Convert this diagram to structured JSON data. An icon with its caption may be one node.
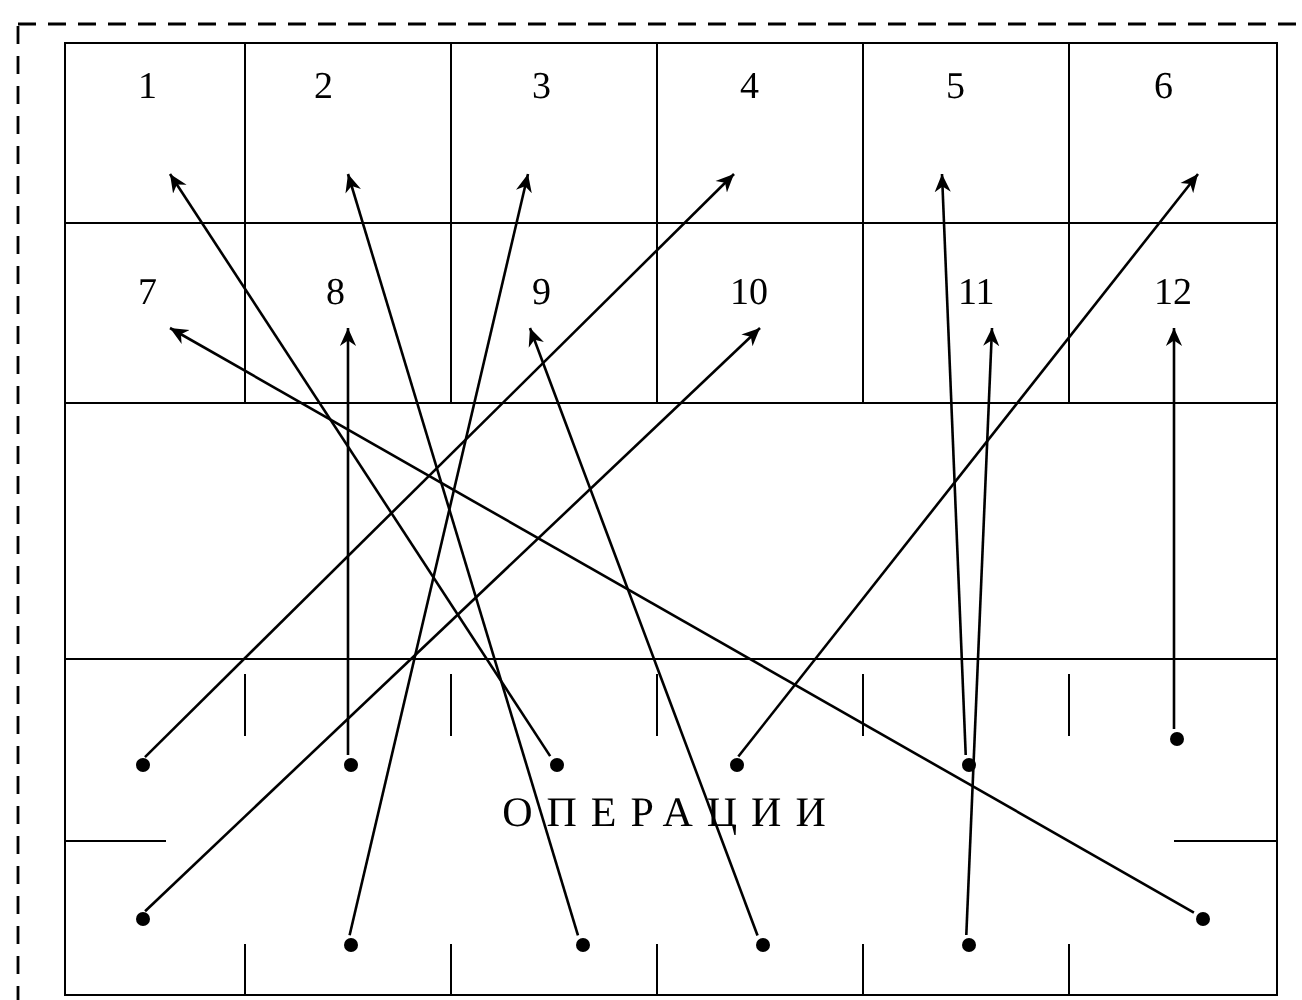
{
  "diagram": {
    "nodes": [
      {
        "text": [
          "1"
        ]
      },
      {
        "text": [
          "2"
        ]
      },
      {
        "text": [
          "3"
        ]
      },
      {
        "text": [
          "4"
        ]
      },
      {
        "text": [
          "5"
        ]
      },
      {
        "text": [
          "6"
        ]
      },
      {
        "text": [
          "7"
        ]
      },
      {
        "text": [
          "8"
        ]
      },
      {
        "text": [
          "9"
        ]
      },
      {
        "text": [
          "10"
        ]
      },
      {
        "text": [
          "11"
        ]
      },
      {
        "text": [
          "12"
        ]
      },
      {
        "text": [
          "ОПЕРАЦИИ"
        ]
      },
      {
        "text": [],
        "shape": "circle",
        "in": 12
      },
      {
        "text": [],
        "shape": "circle",
        "in": 12
      },
      {
        "text": [],
        "shape": "circle",
        "in": 12
      },
      {
        "text": [],
        "shape": "circle",
        "in": 12
      },
      {
        "text": [],
        "shape": "circle",
        "in": 12
      },
      {
        "text": [],
        "shape": "circle",
        "in": 12
      },
      {
        "text": [],
        "shape": "circle",
        "in": 12
      },
      {
        "text": [],
        "shape": "circle",
        "in": 12
      },
      {
        "text": [],
        "shape": "circle",
        "in": 12
      },
      {
        "text": [],
        "shape": "circle",
        "in": 12
      },
      {
        "text": [],
        "shape": "circle",
        "in": 12
      },
      {
        "text": [],
        "shape": "circle",
        "in": 12
      }
    ],
    "edges": [
      {
        "from": 13,
        "to": 3,
        "arrow": "to"
      },
      {
        "from": 14,
        "to": 7,
        "arrow": "to"
      },
      {
        "from": 15,
        "to": 0,
        "arrow": "to"
      },
      {
        "from": 16,
        "to": 5,
        "arrow": "to"
      },
      {
        "from": 17,
        "to": 4,
        "arrow": "to"
      },
      {
        "from": 18,
        "to": 11,
        "arrow": "to"
      },
      {
        "from": 19,
        "to": 9,
        "arrow": "to"
      },
      {
        "from": 20,
        "to": 2,
        "arrow": "to"
      },
      {
        "from": 21,
        "to": 1,
        "arrow": "to"
      },
      {
        "from": 22,
        "to": 8,
        "arrow": "to"
      },
      {
        "from": 23,
        "to": 10,
        "arrow": "to"
      },
      {
        "from": 24,
        "to": 6,
        "arrow": "to"
      }
    ]
  }
}
